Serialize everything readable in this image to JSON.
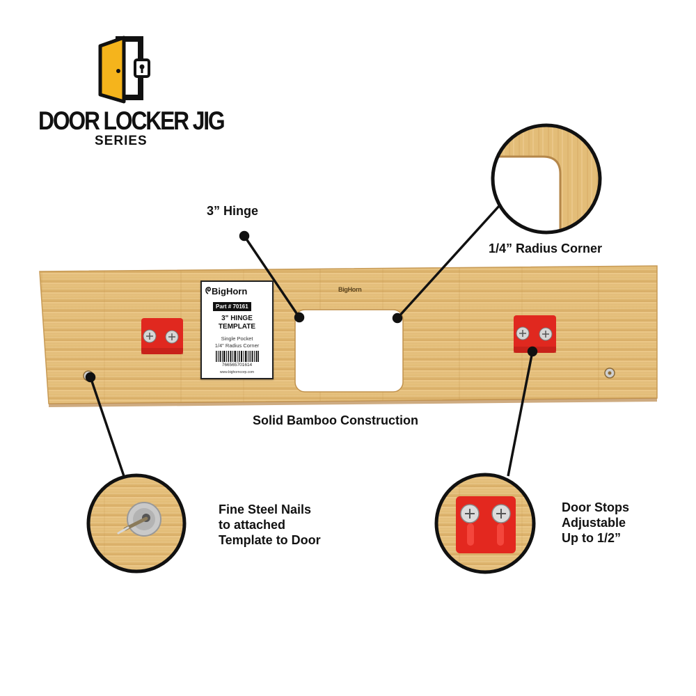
{
  "logo": {
    "title": "DOOR LOCKER JIG",
    "subtitle": "SERIES",
    "icon": "door-lock-icon",
    "colors": {
      "door": "#f5b41c",
      "frame": "#111111"
    }
  },
  "product_label": {
    "brand": "BigHorn",
    "part": "Part # 70161",
    "title_line1": "3\" HINGE",
    "title_line2": "TEMPLATE",
    "desc_line1": "Single Pocket",
    "desc_line2": "1/4\" Radius Corner",
    "barcode_number": "766565701614",
    "website": "www.bighorncorp.com"
  },
  "board_brand": "BigHorn",
  "callouts": {
    "hinge": "3” Hinge",
    "radius_corner": "1/4” Radius Corner",
    "construction": "Solid Bamboo Construction",
    "nails_line1": "Fine Steel Nails",
    "nails_line2": "to attached",
    "nails_line3": "Template to Door",
    "stops_line1": "Door Stops",
    "stops_line2": "Adjustable",
    "stops_line3": "Up to 1/2”"
  },
  "colors": {
    "bamboo": "#e6c27e",
    "bamboo_dark": "#c99a52",
    "door_stop_red": "#e0281f",
    "leader": "#111111"
  }
}
